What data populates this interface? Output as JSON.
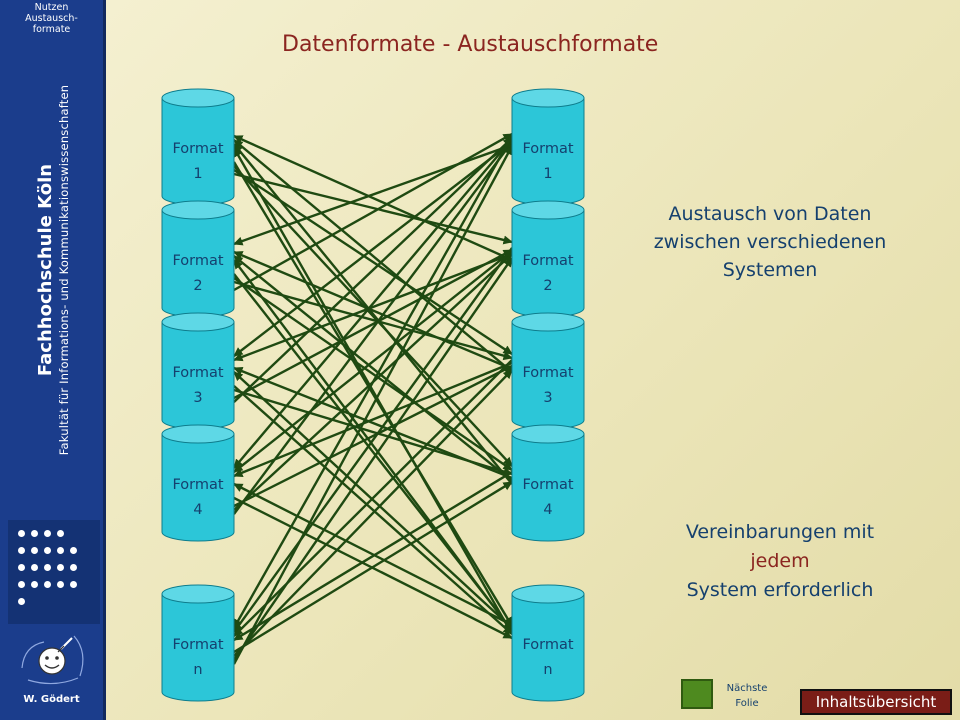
{
  "sidebar": {
    "section_label": "Nutzen\nAustausch-\nformate",
    "brand_title": "Fachhochschule Köln",
    "brand_subtitle": "Fakultät für Informations- und Kommunikationswissenschaften",
    "author": "W. Gödert"
  },
  "slide": {
    "title": "Datenformate - Austauschformate",
    "left_formats": [
      {
        "line1": "Format",
        "line2": "1"
      },
      {
        "line1": "Format",
        "line2": "2"
      },
      {
        "line1": "Format",
        "line2": "3"
      },
      {
        "line1": "Format",
        "line2": "4"
      },
      {
        "line1": "Format",
        "line2": "n"
      }
    ],
    "right_formats": [
      {
        "line1": "Format",
        "line2": "1"
      },
      {
        "line1": "Format",
        "line2": "2"
      },
      {
        "line1": "Format",
        "line2": "3"
      },
      {
        "line1": "Format",
        "line2": "4"
      },
      {
        "line1": "Format",
        "line2": "n"
      }
    ],
    "exchange_text_line1": "Austausch von Daten",
    "exchange_text_line2": "zwischen verschiedenen",
    "exchange_text_line3": "Systemen",
    "agreement_line1": "Vereinbarungen mit",
    "agreement_line2": "jedem",
    "agreement_line3": "System erforderlich"
  },
  "nav": {
    "next_label": "Nächste\nFolie",
    "toc_label": "Inhaltsübersicht"
  },
  "colors": {
    "sidebar": "#1b3d8c",
    "arrow": "#1f4a12",
    "cylinder": "#2cc6d8",
    "title": "#8b2520",
    "text": "#15406e"
  }
}
